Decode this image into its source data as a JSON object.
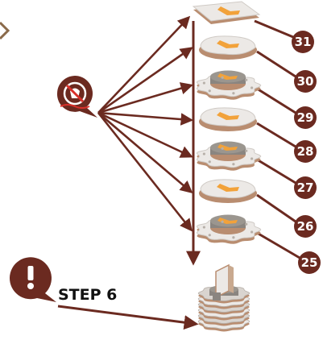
{
  "step": {
    "label": "STEP 6"
  },
  "colors": {
    "arrow": "#6b2a20",
    "badge": "#6b2a20",
    "warning": "#6b2a20",
    "piece_top": "#ece9e6",
    "piece_edge": "#b98d70",
    "piece_core": "#8a8580",
    "accent": "#f2a23a"
  },
  "icons": [
    "no-glue-icon",
    "warning-icon",
    "arrow-icon",
    "gear-piece-icon",
    "oval-piece-icon"
  ],
  "pieces": [
    {
      "number": "31",
      "shape": "square-plate"
    },
    {
      "number": "30",
      "shape": "oval-plate"
    },
    {
      "number": "29",
      "shape": "gear-with-core"
    },
    {
      "number": "28",
      "shape": "oval-plate"
    },
    {
      "number": "27",
      "shape": "gear-with-core"
    },
    {
      "number": "26",
      "shape": "oval-plate"
    },
    {
      "number": "25",
      "shape": "gear-with-core"
    }
  ]
}
